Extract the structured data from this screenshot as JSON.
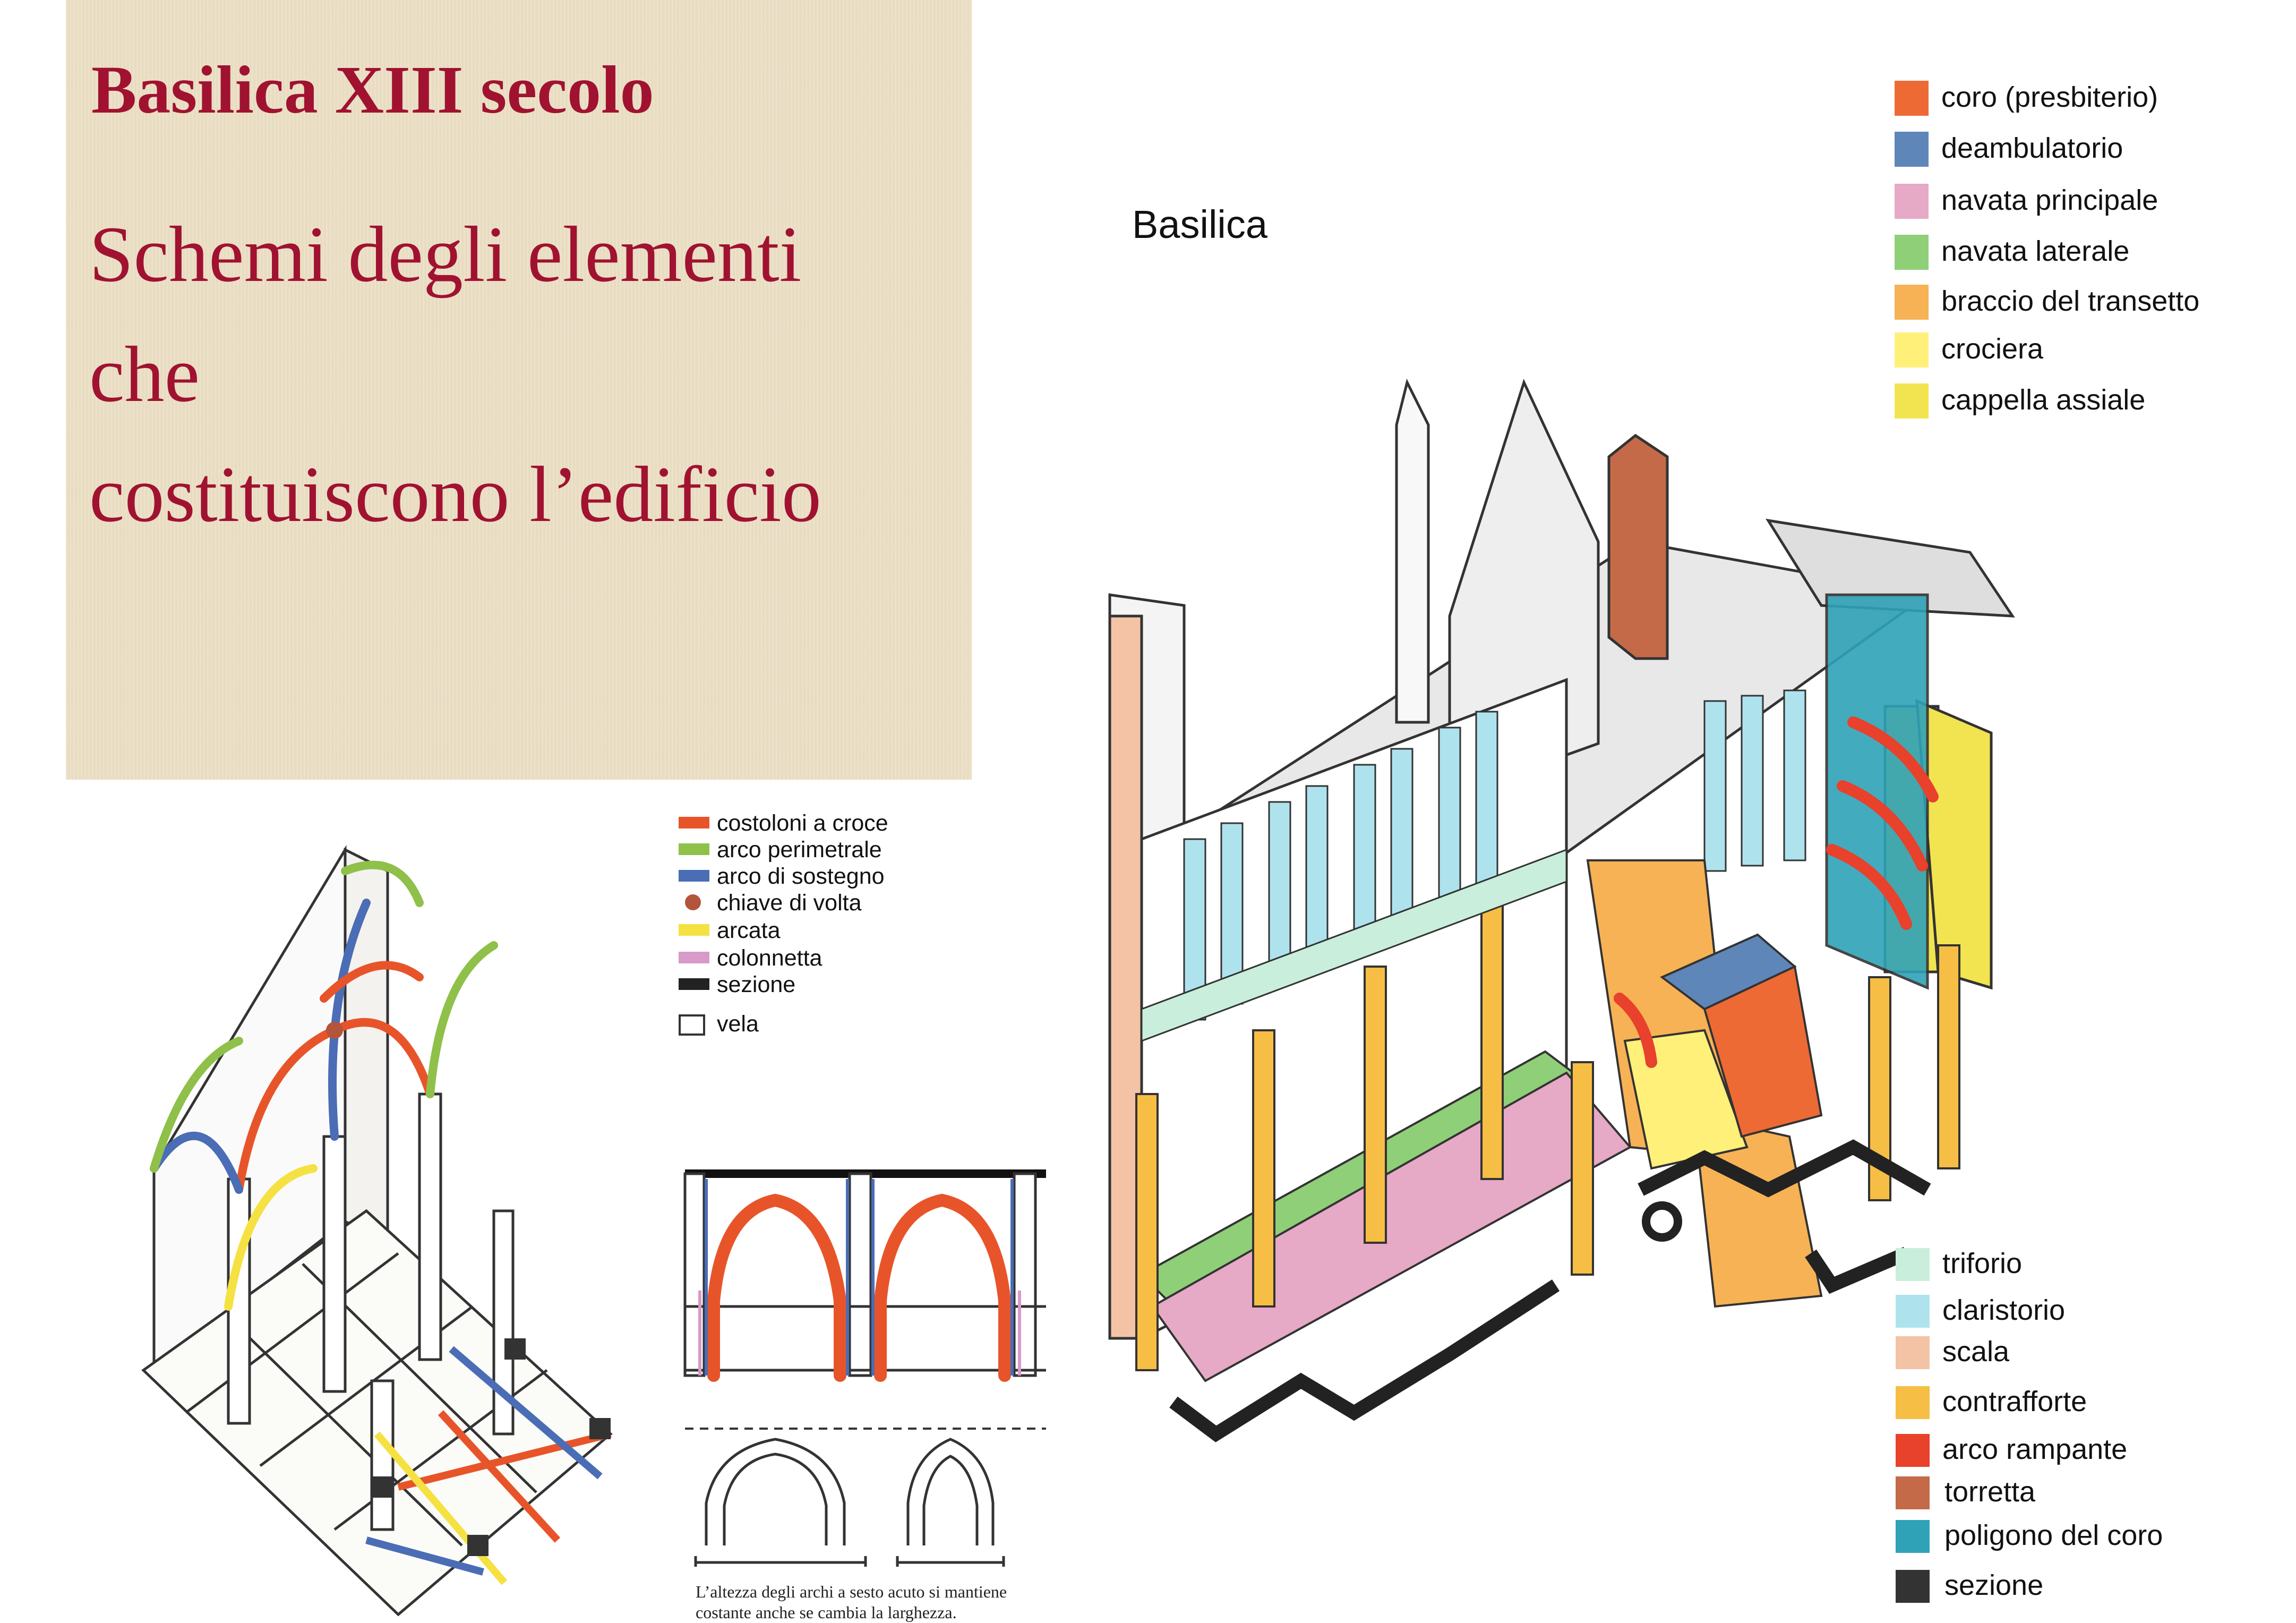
{
  "title_panel": {
    "title": "Basilica XIII secolo",
    "subtitle_lines": [
      "Schemi degli elementi",
      "che",
      "costituiscono l’edificio"
    ]
  },
  "vault_legend": {
    "items": [
      {
        "label": "costoloni a croce",
        "color": "#e8542a",
        "shape": "bar"
      },
      {
        "label": "arco perimetrale",
        "color": "#8fc04a",
        "shape": "bar"
      },
      {
        "label": "arco di sostegno",
        "color": "#4a6db5",
        "shape": "bar"
      },
      {
        "label": "chiave di volta",
        "color": "#b2553a",
        "shape": "dot"
      },
      {
        "label": "arcata",
        "color": "#f5e142",
        "shape": "bar"
      },
      {
        "label": "colonnetta",
        "color": "#d89ac8",
        "shape": "bar"
      },
      {
        "label": "sezione",
        "color": "#222222",
        "shape": "bar"
      },
      {
        "label": "vela",
        "color": "#ffffff",
        "shape": "box"
      }
    ]
  },
  "basilica_diagram": {
    "heading": "Basilica"
  },
  "basilica_legend_top": {
    "items": [
      {
        "label": "coro (presbiterio)",
        "color": "#ee6a34"
      },
      {
        "label": "deambulatorio",
        "color": "#5f86b8"
      },
      {
        "label": "navata principale",
        "color": "#e6a9c6"
      },
      {
        "label": "navata laterale",
        "color": "#8fcf78"
      },
      {
        "label": "braccio del transetto",
        "color": "#f6b255"
      },
      {
        "label": "crociera",
        "color": "#fff07a"
      },
      {
        "label": "cappella assiale",
        "color": "#f2e450"
      }
    ]
  },
  "basilica_legend_bottom": {
    "items": [
      {
        "label": "triforio",
        "color": "#c9efdc"
      },
      {
        "label": "claristorio",
        "color": "#aee3ee"
      },
      {
        "label": "scala",
        "color": "#f4c3a6"
      },
      {
        "label": "contrafforte",
        "color": "#f6be44"
      },
      {
        "label": "arco rampante",
        "color": "#e8412c"
      },
      {
        "label": "torretta",
        "color": "#c46a48"
      },
      {
        "label": "poligono del coro",
        "color": "#2fa2b8"
      },
      {
        "label": "sezione",
        "color": "#333333"
      }
    ]
  },
  "arch_caption": "L’altezza degli archi a sesto acuto si mantiene costante anche se cambia la larghezza."
}
